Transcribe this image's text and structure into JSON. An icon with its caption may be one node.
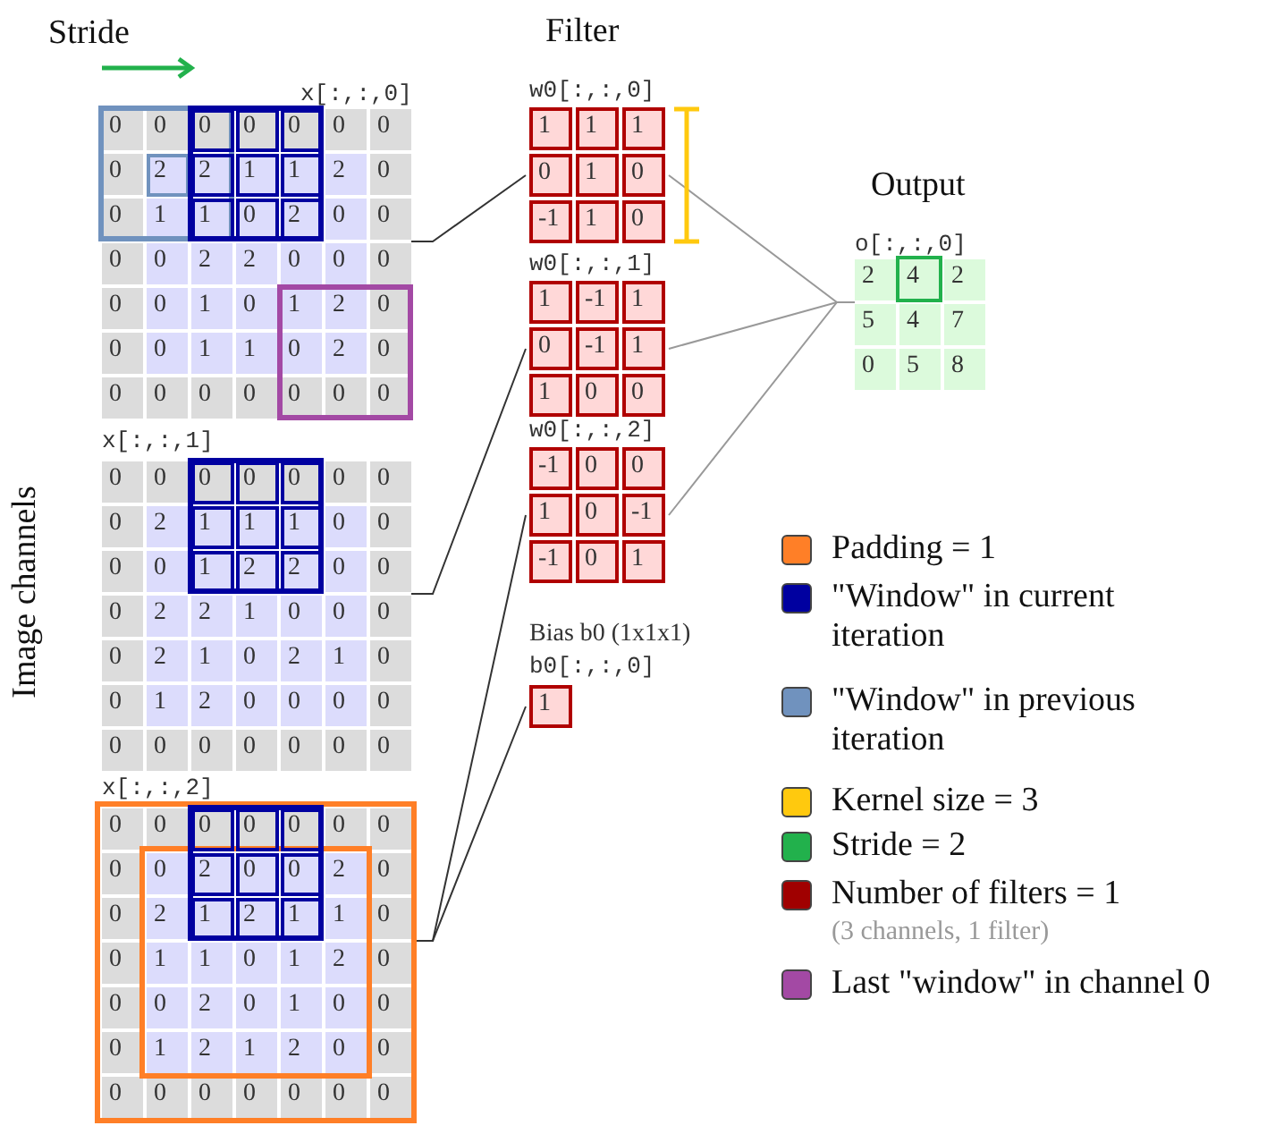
{
  "diagram": {
    "nodes": [
      {
        "text": [
          "x[:,:,0]",
          "0",
          "0",
          "0",
          "0",
          "0",
          "0",
          "0",
          "0",
          "2",
          "2",
          "1",
          "1",
          "2",
          "0",
          "0",
          "1",
          "1",
          "0",
          "2",
          "0",
          "0",
          "0",
          "0",
          "2",
          "2",
          "0",
          "0",
          "0",
          "0",
          "0",
          "1",
          "0",
          "1",
          "2",
          "0",
          "0",
          "0",
          "1",
          "1",
          "0",
          "2",
          "0",
          "0",
          "0",
          "0",
          "0",
          "0",
          "0",
          "0"
        ]
      },
      {
        "text": [
          "x[:,:,1]",
          "0",
          "0",
          "0",
          "0",
          "0",
          "0",
          "0",
          "0",
          "2",
          "1",
          "1",
          "1",
          "0",
          "0",
          "0",
          "0",
          "1",
          "2",
          "2",
          "0",
          "0",
          "0",
          "2",
          "2",
          "1",
          "0",
          "0",
          "0",
          "0",
          "2",
          "1",
          "0",
          "2",
          "1",
          "0",
          "0",
          "1",
          "2",
          "0",
          "0",
          "0",
          "0",
          "0",
          "0",
          "0",
          "0",
          "0",
          "0",
          "0"
        ]
      },
      {
        "text": [
          "x[:,:,2]",
          "0",
          "0",
          "0",
          "0",
          "0",
          "0",
          "0",
          "0",
          "0",
          "2",
          "0",
          "0",
          "2",
          "0",
          "0",
          "2",
          "1",
          "2",
          "1",
          "1",
          "0",
          "0",
          "1",
          "1",
          "0",
          "1",
          "2",
          "0",
          "0",
          "0",
          "2",
          "0",
          "1",
          "0",
          "0",
          "0",
          "1",
          "2",
          "1",
          "2",
          "0",
          "0",
          "0",
          "0",
          "0",
          "0",
          "0",
          "0",
          "0"
        ]
      },
      {
        "text": [
          "w0[:,:,0]",
          "1",
          "1",
          "1",
          "0",
          "1",
          "0",
          "-1",
          "1",
          "0"
        ]
      },
      {
        "text": [
          "w0[:,:,1]",
          "1",
          "-1",
          "1",
          "0",
          "-1",
          "1",
          "1",
          "0",
          "0"
        ]
      },
      {
        "text": [
          "w0[:,:,2]",
          "-1",
          "0",
          "0",
          "1",
          "0",
          "-1",
          "-1",
          "0",
          "1"
        ]
      },
      {
        "text": [
          "Bias b0 (1x1x1)",
          "b0[:,:,0]",
          "1"
        ]
      },
      {
        "text": [
          "o[:,:,0]",
          "2",
          "4",
          "2",
          "5",
          "4",
          "7",
          "0",
          "5",
          "8"
        ]
      }
    ],
    "edges": [
      {
        "from": 0,
        "to": 3,
        "arrow": "none"
      },
      {
        "from": 1,
        "to": 4,
        "arrow": "none"
      },
      {
        "from": 2,
        "to": 5,
        "arrow": "none"
      },
      {
        "from": 2,
        "to": 6,
        "arrow": "none"
      },
      {
        "from": 3,
        "to": 7,
        "arrow": "none",
        "color": "#999999"
      },
      {
        "from": 4,
        "to": 7,
        "arrow": "none",
        "color": "#999999"
      },
      {
        "from": 5,
        "to": 7,
        "arrow": "none",
        "color": "#999999"
      }
    ],
    "labels": [
      "Stride",
      "Filter",
      "Output",
      "Image channels",
      "(3 channels, 1 filter)"
    ],
    "legend": [
      {
        "text": "Padding = 1",
        "color": "#ff7f27"
      },
      {
        "text": "\"Window\" in current iteration",
        "color": "#0000a0"
      },
      {
        "text": "\"Window\" in previous iteration",
        "color": "#7092be"
      },
      {
        "text": "Kernel size = 3",
        "color": "#ffc90e"
      },
      {
        "text": "Stride = 2",
        "color": "#22b14c"
      },
      {
        "text": "Number of filters = 1",
        "color": "#a00000"
      },
      {
        "text": "Last \"window\" in channel 0",
        "color": "#a349a4"
      }
    ]
  }
}
